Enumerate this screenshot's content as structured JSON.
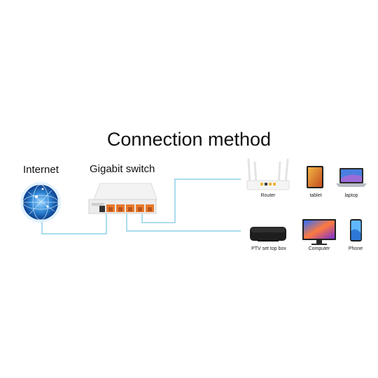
{
  "title": "Connection method",
  "labels": {
    "internet": "Internet",
    "switch": "Gigabit switch",
    "router": "Router",
    "tablet": "tablet",
    "laptop": "laptop",
    "ptv": "PTV set top box",
    "computer": "Computer",
    "phone": "Phone"
  },
  "colors": {
    "cable": "#8fd0ea",
    "port": "#e87a2e",
    "globe": "#2f86d6"
  }
}
